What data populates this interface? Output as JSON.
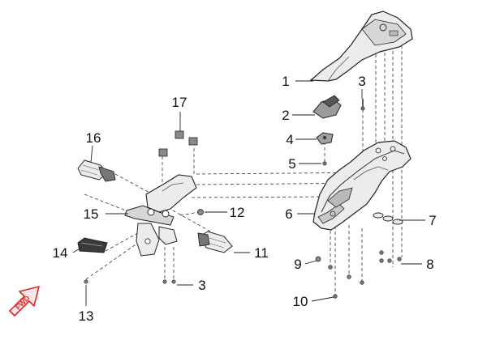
{
  "diagram": {
    "colors": {
      "line": "#222222",
      "part_fill": "#ececec",
      "part_shade": "#b9b9b9",
      "part_dark": "#555555",
      "arrow": "#d92a2a"
    },
    "callouts": {
      "c1": "1",
      "c2": "2",
      "c3_top": "3",
      "c3_bottom": "3",
      "c4": "4",
      "c5": "5",
      "c6": "6",
      "c7": "7",
      "c8": "8",
      "c9": "9",
      "c10": "10",
      "c11": "11",
      "c12": "12",
      "c13": "13",
      "c14": "14",
      "c15": "15",
      "c16": "16",
      "c17": "17"
    },
    "direction_label": "FWD"
  }
}
